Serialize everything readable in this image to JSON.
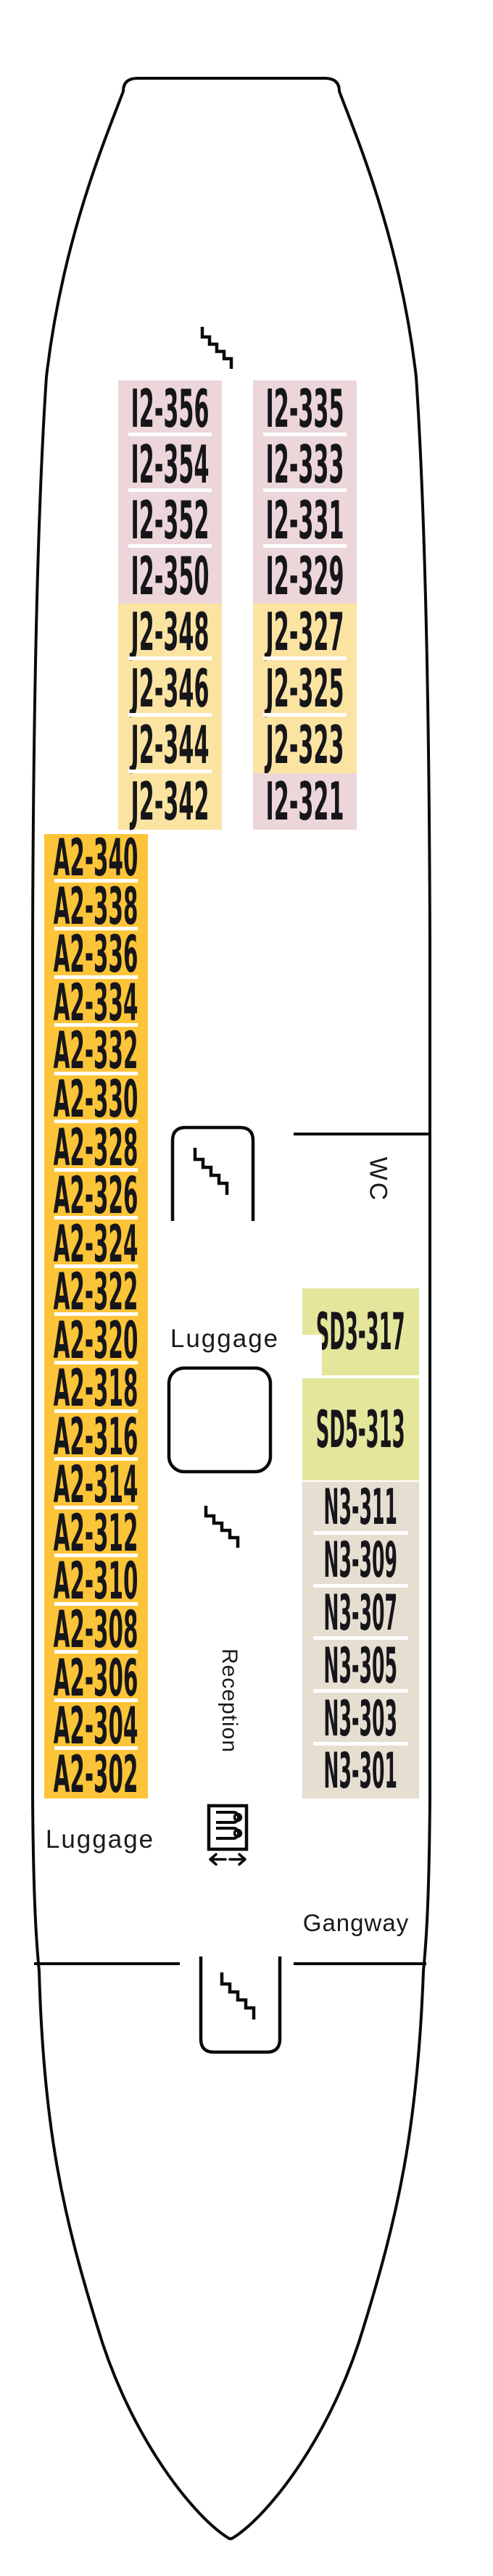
{
  "plan": {
    "type": "ship-deck-plan"
  },
  "labels": {
    "wc": "WC",
    "luggage_mid": "Luggage",
    "luggage_bottom": "Luggage",
    "reception": "Reception",
    "gangway": "Gangway"
  },
  "icons": [
    "stairs-icon-top",
    "stairs-icon-upper-stairwell",
    "stairs-icon-mid",
    "stairs-icon-bottom-stairwell",
    "luggage-box",
    "reception-desk-icon",
    "gangway-arrows-icon"
  ],
  "colors": {
    "pink": "#ecd6da",
    "yellow_pale": "#fbe4a2",
    "amber": "#fcc438",
    "green_pale": "#e4e69c",
    "beige": "#e6ded1",
    "line": "#0a0a0a",
    "cabin_text": "#16161a",
    "separator": "#ffffff"
  },
  "cabin_groups": [
    {
      "id": "port-i2",
      "color": "pink",
      "cabins": [
        "I2-356",
        "I2-354",
        "I2-352",
        "I2-350"
      ]
    },
    {
      "id": "port-j2",
      "color": "yellow_pale",
      "cabins": [
        "J2-348",
        "J2-346",
        "J2-344",
        "J2-342"
      ]
    },
    {
      "id": "stbd-i2-upper",
      "color": "pink",
      "cabins": [
        "I2-335",
        "I2-333",
        "I2-331",
        "I2-329"
      ]
    },
    {
      "id": "stbd-j2",
      "color": "yellow_pale",
      "cabins": [
        "J2-327",
        "J2-325",
        "J2-323"
      ]
    },
    {
      "id": "stbd-i2-lower",
      "color": "pink",
      "cabins": [
        "I2-321"
      ]
    },
    {
      "id": "port-a2",
      "color": "amber",
      "cabins": [
        "A2-340",
        "A2-338",
        "A2-336",
        "A2-334",
        "A2-332",
        "A2-330",
        "A2-328",
        "A2-326",
        "A2-324",
        "A2-322",
        "A2-320",
        "A2-318",
        "A2-316",
        "A2-314",
        "A2-312",
        "A2-310",
        "A2-308",
        "A2-306",
        "A2-304",
        "A2-302"
      ]
    },
    {
      "id": "sd3",
      "color": "green_pale",
      "cabins": [
        "SD3-317"
      ]
    },
    {
      "id": "sd5",
      "color": "green_pale",
      "cabins": [
        "SD5-313"
      ]
    },
    {
      "id": "n3",
      "color": "beige",
      "cabins": [
        "N3-311",
        "N3-309",
        "N3-307",
        "N3-305",
        "N3-303",
        "N3-301"
      ]
    }
  ]
}
